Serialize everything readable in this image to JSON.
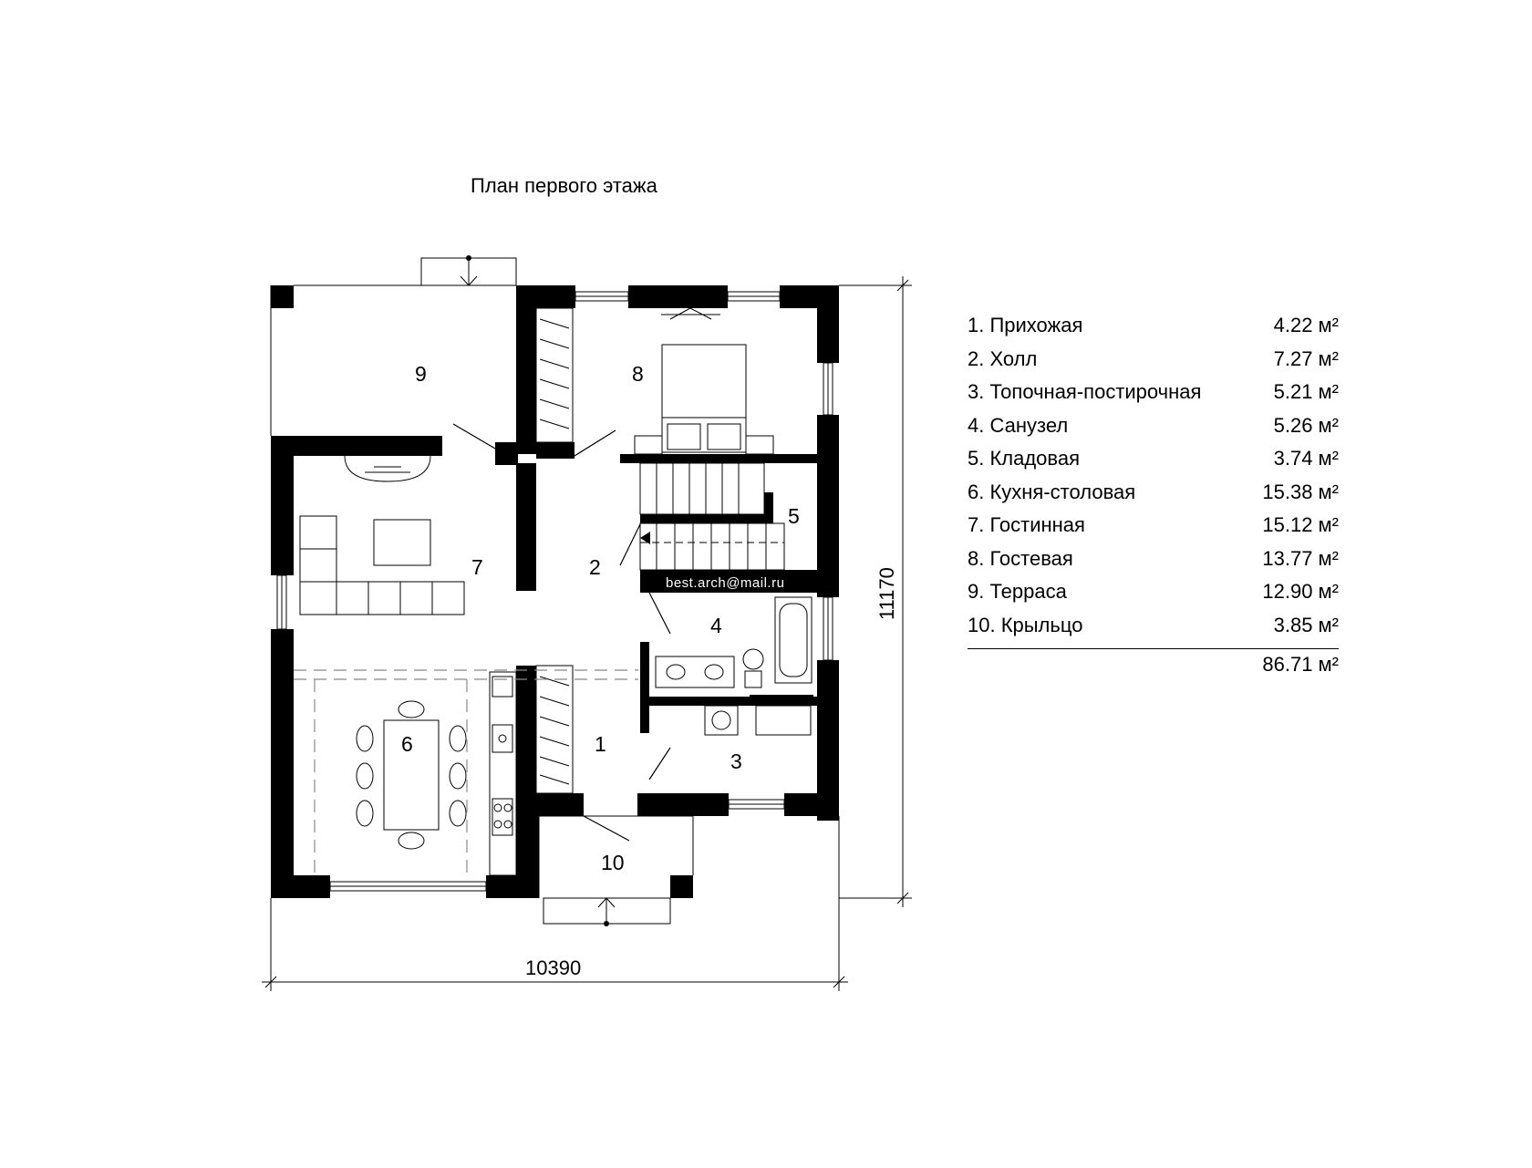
{
  "title": "План первого этажа",
  "rooms": [
    {
      "num": "1",
      "name": "1. Прихожая",
      "area": "4.22 м²"
    },
    {
      "num": "2",
      "name": "2. Холл",
      "area": "7.27 м²"
    },
    {
      "num": "3",
      "name": "3. Топочная-постирочная",
      "area": "5.21 м²"
    },
    {
      "num": "4",
      "name": "4. Санузел",
      "area": "5.26 м²"
    },
    {
      "num": "5",
      "name": "5. Кладовая",
      "area": "3.74 м²"
    },
    {
      "num": "6",
      "name": "6. Кухня-столовая",
      "area": "15.38 м²"
    },
    {
      "num": "7",
      "name": "7. Гостинная",
      "area": "15.12 м²"
    },
    {
      "num": "8",
      "name": "8. Гостевая",
      "area": "13.77 м²"
    },
    {
      "num": "9",
      "name": "9. Терраса",
      "area": "12.90 м²"
    },
    {
      "num": "10",
      "name": "10. Крыльцо",
      "area": "3.85 м²"
    }
  ],
  "total_area": "86.71 м²",
  "dimensions": {
    "width": "10390",
    "height": "11170"
  },
  "watermark": "best.arch@mail.ru",
  "colors": {
    "wall": "#000000",
    "background": "#ffffff",
    "line": "#000000"
  }
}
